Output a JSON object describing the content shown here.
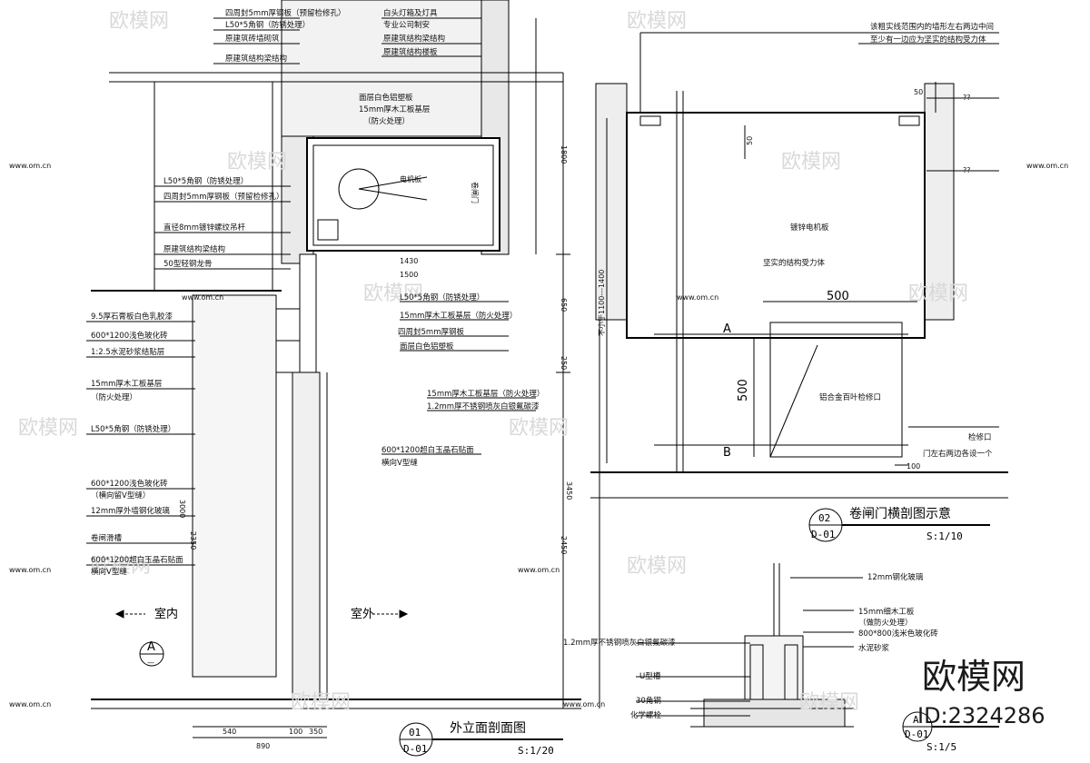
{
  "left_section": {
    "labels": [
      "四周封5mm厚钢板（预留检修孔）",
      "L50*5角钢（防锈处理）",
      "原建筑砖墙砌筑",
      "原建筑结构梁结构",
      "L50*5角钢（防锈处理）",
      "四周封5mm厚钢板（预留检修孔）",
      "直径8mm镀锌螺纹吊杆",
      "原建筑结构梁结构",
      "50型轻钢龙骨",
      "9.5厚石膏板白色乳胶漆",
      "600*1200浅色玻化砖",
      "1:2.5水泥砂浆结贴层",
      "15mm厚木工板基层",
      "（防火处理）",
      "L50*5角钢（防锈处理）",
      "600*1200浅色玻化砖",
      "（横向留V型缝）",
      "12mm厚外墙钢化玻璃",
      "卷闸滑槽",
      "600*1200超白玉晶石贴面",
      "横向V型缝"
    ],
    "top_right_labels": [
      "白头灯箱及灯具",
      "专业公司制安",
      "原建筑结构梁结构",
      "原建筑结构楼板"
    ],
    "mid_labels": [
      "面层白色铝塑板",
      "15mm厚木工板基层",
      "（防火处理）"
    ],
    "lower_labels": [
      "L50*5角钢（防锈处理）",
      "15mm厚木工板基层（防火处理）",
      "四周封5mm厚钢板",
      "面层白色铝塑板",
      "15mm厚木工板基层（防火处理）",
      "1.2mm厚不锈钢喷灰白银氟碳漆",
      "600*1200超白玉晶石贴面",
      "横向V型缝"
    ],
    "motor_label": "电机板",
    "rolling_door_label": "卷闸门",
    "dims_vertical": [
      "1800",
      "650",
      "250",
      "3450",
      "2450",
      "3000",
      "2350"
    ],
    "dims_horizontal": [
      "1430",
      "1500",
      "540",
      "100",
      "350",
      "890"
    ],
    "indoor": "室内",
    "outdoor": "室外",
    "marker_a": "A",
    "marker_a_sub": "—"
  },
  "section_01": {
    "number": "01",
    "sheet": "D-01",
    "title": "外立面剖面图",
    "scale": "S:1/20"
  },
  "right_section": {
    "top_note_1": "该粗实线范围内的墙形左右两边中间",
    "top_note_2": "至少有一边应为坚实的结构受力体",
    "dim_50": "50",
    "qq1": "??",
    "qq2": "??",
    "dim_50b": "50",
    "label_plate": "镀锌电机板",
    "label_struct": "坚实的结构受力体",
    "dim_500a": "500",
    "dim_vertical": "不小于1100---1400",
    "marker_A": "A",
    "dim_500b": "500",
    "label_access": "铝合金百叶检修口",
    "marker_B": "B",
    "label_hole": "检修口",
    "label_hole2": "门左右两边各设一个",
    "dim_100": "100"
  },
  "section_02": {
    "number": "02",
    "sheet": "D-01",
    "title": "卷闸门横剖图示意",
    "scale": "S:1/10"
  },
  "detail_section": {
    "labels_right": [
      "12mm钢化玻璃",
      "15mm细木工板",
      "（做防火处理）",
      "800*800浅米色玻化砖",
      "水泥砂浆"
    ],
    "labels_left": [
      "1.2mm厚不锈钢喷灰白银氟碳漆",
      "U型槽",
      "30角钢",
      "化学螺栓"
    ],
    "marker": "A",
    "sheet": "D-01",
    "scale": "S:1/5"
  },
  "watermark": {
    "brand": "欧模网",
    "site": "www.om.cn",
    "logo_text": "欧模网",
    "id_text": "ID:2324286"
  }
}
